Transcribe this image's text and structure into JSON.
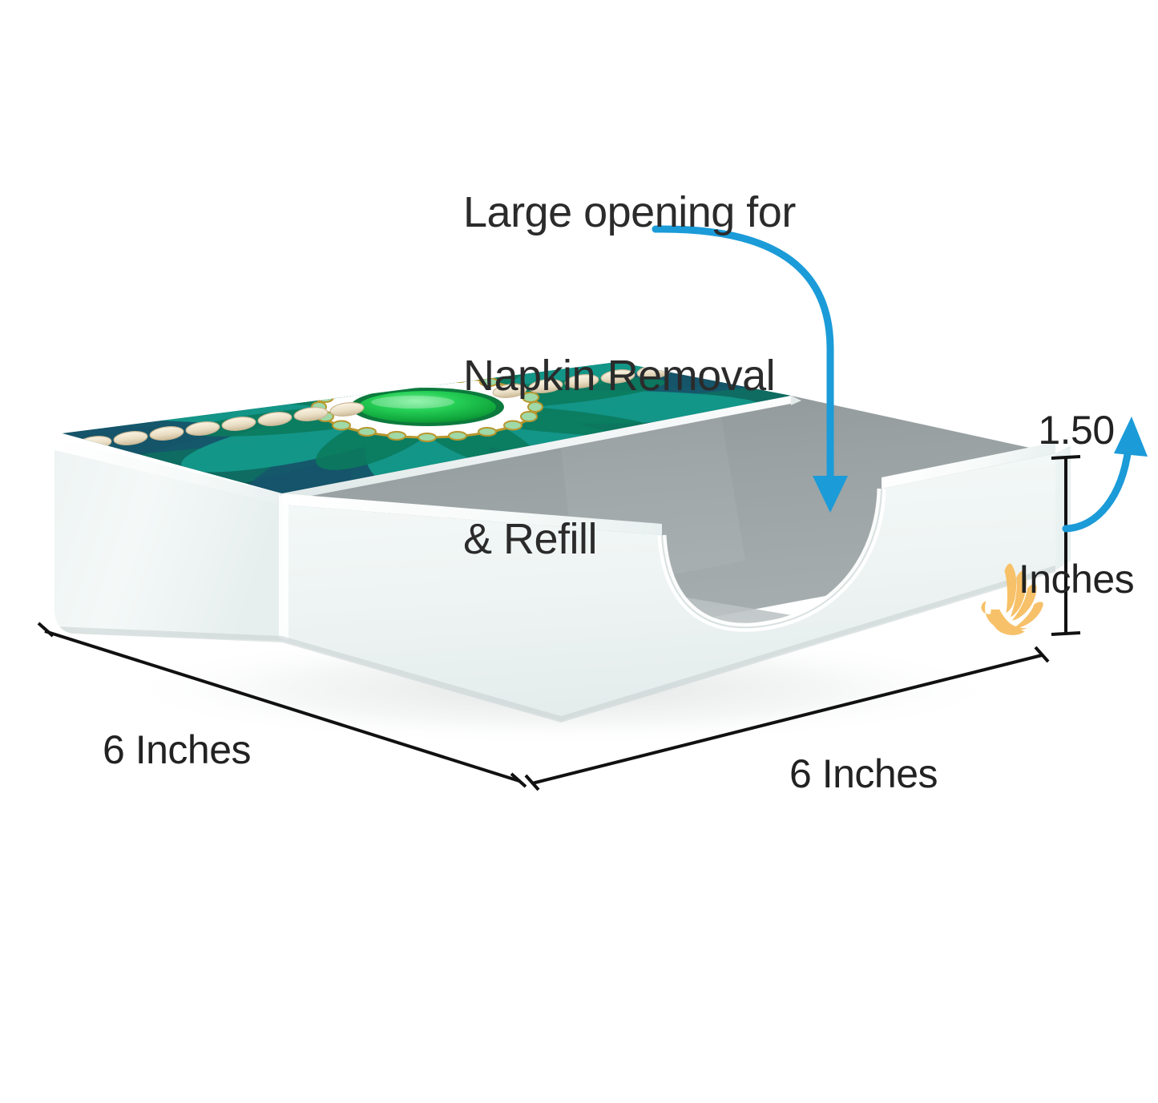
{
  "product": {
    "name": "napkin-holder",
    "body_color": "#f2f7f6",
    "interior_color": "#9ba2a4",
    "lid_base_color": "#0b5450",
    "lid_accent_color": "#1a6b7a",
    "lid_petal_color": "#11887e",
    "gem_color": "#19c24a",
    "bead_color": "#efe3cc",
    "gold_color": "#b8972e",
    "logo_color": "#f7c169",
    "shadow_color": "#d9dddd"
  },
  "annotations": {
    "opening_callout": {
      "lines": [
        "Large opening for",
        "Napkin Removal",
        "& Refill"
      ],
      "full_text": "Large opening for Napkin Removal & Refill",
      "color": "#2b2b2b",
      "arrow_color": "#1b9bd8",
      "arrow_name": "curved-arrow-to-opening"
    },
    "height": {
      "lines": [
        "1.50",
        "Inches"
      ],
      "value": "1.50",
      "unit": "Inches",
      "full_text": "1.50 Inches",
      "color": "#222222",
      "arrow_color": "#1b9bd8",
      "arrow_name": "curved-arrow-to-height-line"
    },
    "depth_left": {
      "value": "6",
      "unit": "Inches",
      "full_text": "6 Inches",
      "color": "#222222"
    },
    "width_right": {
      "value": "6",
      "unit": "Inches",
      "full_text": "6 Inches",
      "color": "#222222"
    }
  },
  "dimension_lines": {
    "left_depth": {
      "name": "dimension-line-depth",
      "orientation": "diagonal-down-right"
    },
    "right_width": {
      "name": "dimension-line-width",
      "orientation": "diagonal-up-right"
    },
    "right_height": {
      "name": "dimension-line-height",
      "orientation": "vertical"
    }
  },
  "logo": {
    "name": "brand-bird-logo",
    "color": "#f7c169"
  }
}
